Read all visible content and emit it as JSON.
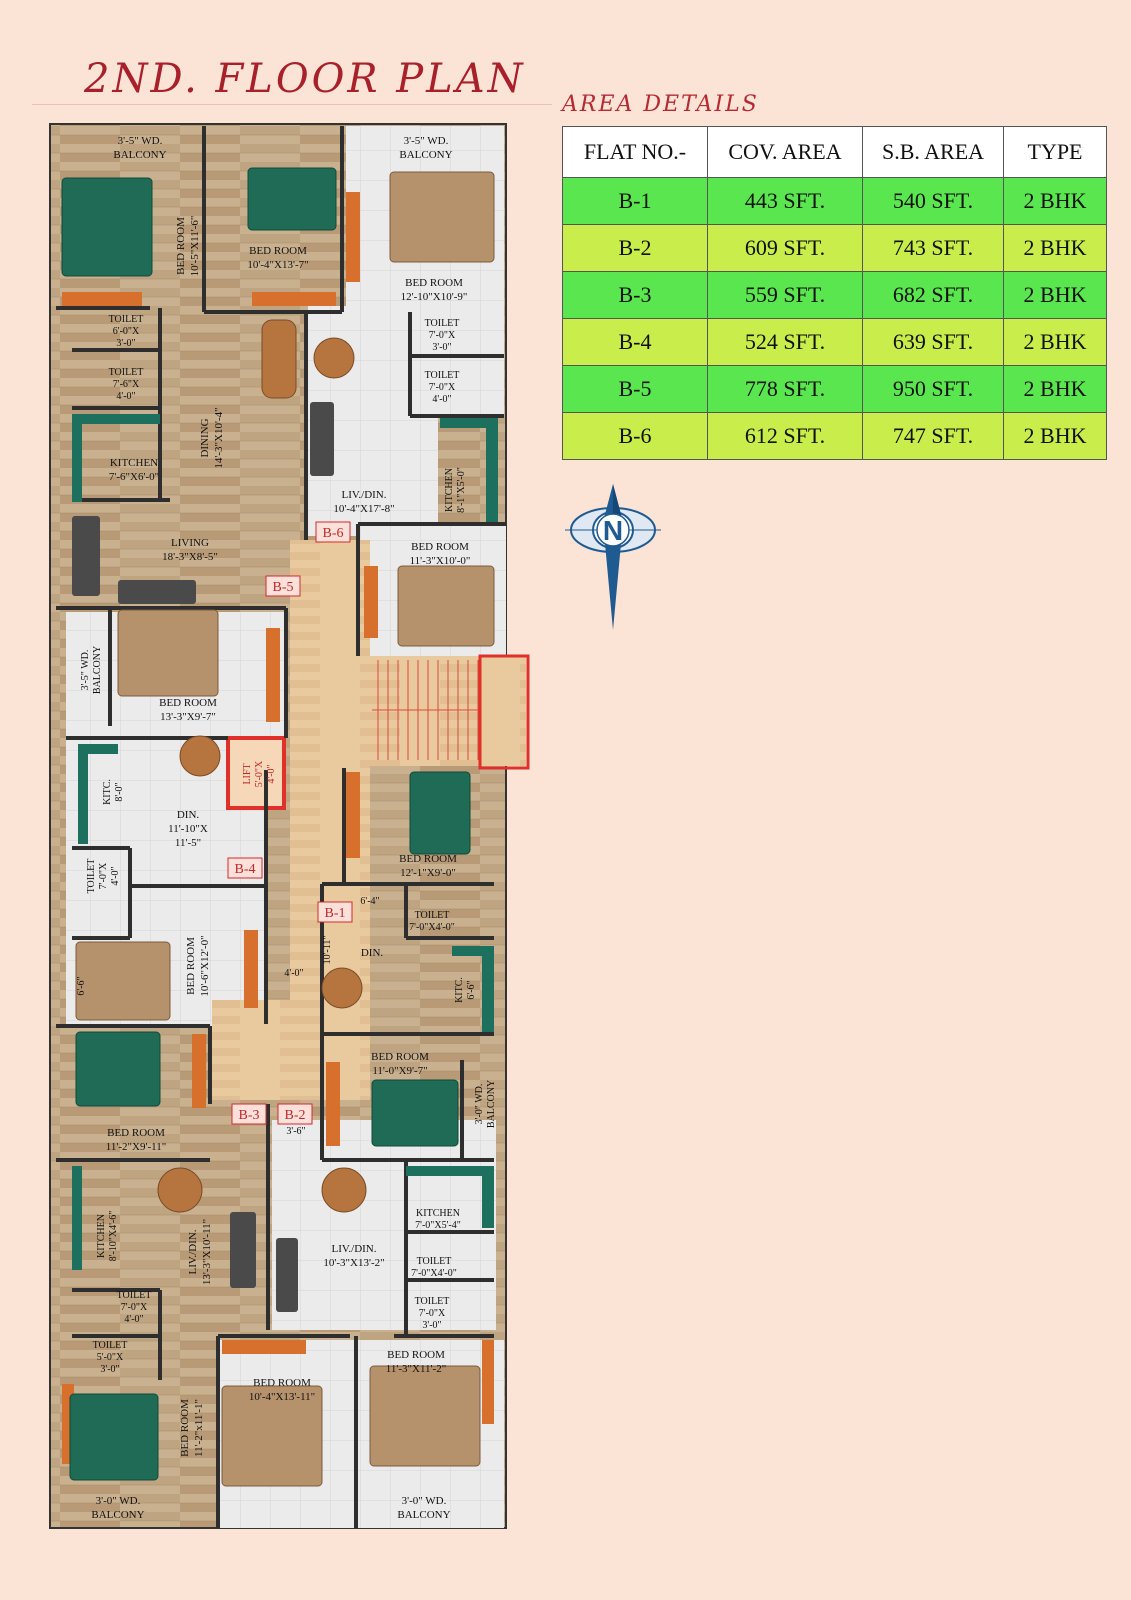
{
  "page_title": "2ND. FLOOR PLAN",
  "area_details": {
    "title": "AREA DETAILS",
    "headers": [
      "FLAT NO.-",
      "COV. AREA",
      "S.B. AREA",
      "TYPE"
    ],
    "rows": [
      {
        "flat": "B-1",
        "cov": "443 SFT.",
        "sb": "540 SFT.",
        "type": "2 BHK",
        "color": "#5ae64e"
      },
      {
        "flat": "B-2",
        "cov": "609 SFT.",
        "sb": "743 SFT.",
        "type": "2 BHK",
        "color": "#c9ed4a"
      },
      {
        "flat": "B-3",
        "cov": "559 SFT.",
        "sb": "682 SFT.",
        "type": "2 BHK",
        "color": "#5ae64e"
      },
      {
        "flat": "B-4",
        "cov": "524 SFT.",
        "sb": "639 SFT.",
        "type": "2 BHK",
        "color": "#c9ed4a"
      },
      {
        "flat": "B-5",
        "cov": "778 SFT.",
        "sb": "950 SFT.",
        "type": "2 BHK",
        "color": "#5ae64e"
      },
      {
        "flat": "B-6",
        "cov": "612 SFT.",
        "sb": "747 SFT.",
        "type": "2 BHK",
        "color": "#c9ed4a"
      }
    ]
  },
  "compass_letter": "N",
  "flat_tags": {
    "b1": "B-1",
    "b2": "B-2",
    "b3": "B-3",
    "b4": "B-4",
    "b5": "B-5",
    "b6": "B-6"
  },
  "rooms": {
    "balc_tl": [
      "3'-5\" WD.",
      "BALCONY"
    ],
    "bed_v1": [
      "BED ROOM",
      "10'-5\"X11'-6\""
    ],
    "bed_top2": [
      "BED ROOM",
      "10'-4\"X13'-7\""
    ],
    "balc_tr": [
      "3'-5\" WD.",
      "BALCONY"
    ],
    "bed_tr": [
      "BED ROOM",
      "12'-10\"X10'-9\""
    ],
    "toilet_l1": [
      "TOILET",
      "6'-0\"X",
      "3'-0\""
    ],
    "toilet_l2": [
      "TOILET",
      "7'-6\"X",
      "4'-0\""
    ],
    "dining_v": [
      "DINING",
      "14'-3\"X10'-4\""
    ],
    "kitchen_l": [
      "KITCHEN",
      "7'-6\"X6'-0\""
    ],
    "living": [
      "LIVING",
      "18'-3\"X8'-5\""
    ],
    "toilet_r1": [
      "TOILET",
      "7'-0\"X",
      "3'-0\""
    ],
    "toilet_r2": [
      "TOILET",
      "7'-0\"X",
      "4'-0\""
    ],
    "kitchen_rv": [
      "KITCHEN",
      "8'-1\"X5'-0\""
    ],
    "livdin_r": [
      "LIV./DIN.",
      "10'-4\"X17'-8\""
    ],
    "bed_r2": [
      "BED ROOM",
      "11'-3\"X10'-0\""
    ],
    "balc_lv": [
      "3'-5\" WD.",
      "BALCONY"
    ],
    "bed_l3": [
      "BED ROOM",
      "13'-3\"X9'-7\""
    ],
    "lift": [
      "LIFT",
      "5'-0\"X",
      "4'-0\""
    ],
    "kitc_lv": [
      "KITC.",
      "8'-0\""
    ],
    "din_l": [
      "DIN.",
      "11'-10\"X",
      "11'-5\""
    ],
    "toilet_lv": [
      "TOILET",
      "7'-0\"X",
      "4'-0\""
    ],
    "bed_l4v": [
      "BED ROOM",
      "10'-6\"X12'-0\""
    ],
    "dim_66": "6'-6\"",
    "bed_r3": [
      "BED ROOM",
      "12'-1\"X9'-0\""
    ],
    "dim_64": "6'-4\"",
    "toilet_r3": [
      "TOILET",
      "7'-0\"X4'-0\""
    ],
    "dim_1011": "10'-11\"",
    "din_r": "DIN.",
    "kitc_rv": [
      "KITC.",
      "6'-6\""
    ],
    "corr": "4'-0\"",
    "bed_r4": [
      "BED ROOM",
      "11'-0\"X9'-7\""
    ],
    "balc_rv": [
      "3'-0\" WD.",
      "BALCONY"
    ],
    "bed_l5": [
      "BED ROOM",
      "11'-2\"X9'-11\""
    ],
    "dim_36": "3'-6\"",
    "kitchen_lv2": [
      "KITCHEN",
      "8'-10\"X4'-6\""
    ],
    "livdin_lv": [
      "LIV./DIN.",
      "13'-3\"X10'-11\""
    ],
    "kitchen_r2": [
      "KITCHEN",
      "7'-0\"X5'-4\""
    ],
    "livdin_r2": [
      "LIV./DIN.",
      "10'-3\"X13'-2\""
    ],
    "toilet_r4": [
      "TOILET",
      "7'-0\"X4'-0\""
    ],
    "toilet_r5": [
      "TOILET",
      "7'-0\"X",
      "3'-0\""
    ],
    "toilet_l5": [
      "TOILET",
      "7'-0\"X",
      "4'-0\""
    ],
    "toilet_l6": [
      "TOILET",
      "5'-0\"X",
      "3'-0\""
    ],
    "bed_bot_l": [
      "BED ROOM",
      "11'-2\"x11'-1\""
    ],
    "bed_bot_m": [
      "BED ROOM",
      "10'-4\"X13'-11\""
    ],
    "bed_bot_r": [
      "BED ROOM",
      "11'-3\"X11'-2\""
    ],
    "balc_bl": [
      "3'-0\" WD.",
      "BALCONY"
    ],
    "balc_br": [
      "3'-0\" WD.",
      "BALCONY"
    ]
  }
}
